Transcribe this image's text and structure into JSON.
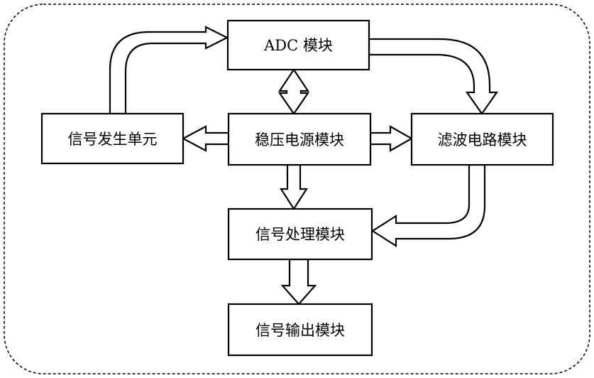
{
  "diagram": {
    "boxes": {
      "adc": "ADC 模块",
      "signal_gen": "信号发生单元",
      "power": "稳压电源模块",
      "filter": "滤波电路模块",
      "process": "信号处理模块",
      "output": "信号输出模块"
    }
  }
}
